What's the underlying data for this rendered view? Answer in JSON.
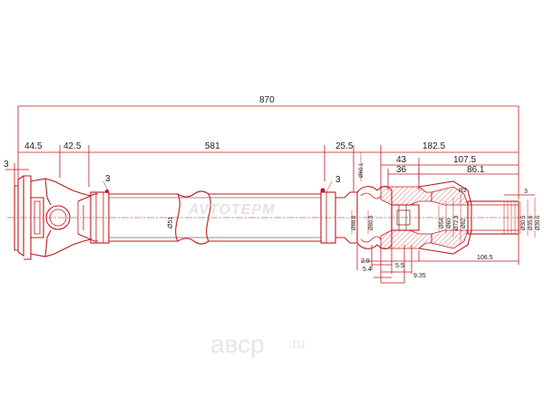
{
  "dimensions": {
    "overall": "870",
    "flange_offset": "3",
    "flange_len": "44.5",
    "yoke_len": "42.5",
    "tube_len": "581",
    "weld_len": "25.5",
    "spline_total": "182.5",
    "d43": "43",
    "d107_5": "107.5",
    "d36": "36",
    "d86_1": "86.1",
    "right_gap": "3",
    "weld_left": "3",
    "weld_right": "3",
    "tube_dia": "Ø51",
    "d_88_6": "Ø88.6",
    "d_60_1": "Ø60.1",
    "d_80_8": "Ø80.8",
    "d_54": "Ø54",
    "d_60": "Ø60",
    "d_72_3": "Ø72.3",
    "d_82": "Ø82",
    "d_30_5": "Ø30.5",
    "d_35_6": "Ø35.6",
    "d_39_6": "Ø39.6",
    "r2": "R2",
    "b2_9": "2.9",
    "b5_5": "5.5",
    "b5_4": "5.4",
    "b9_35": "9.35",
    "b106_5": "106.5"
  },
  "watermark": "AVTOTEPM",
  "logo": {
    "text": "aвсp",
    "suffix": ".ru"
  }
}
